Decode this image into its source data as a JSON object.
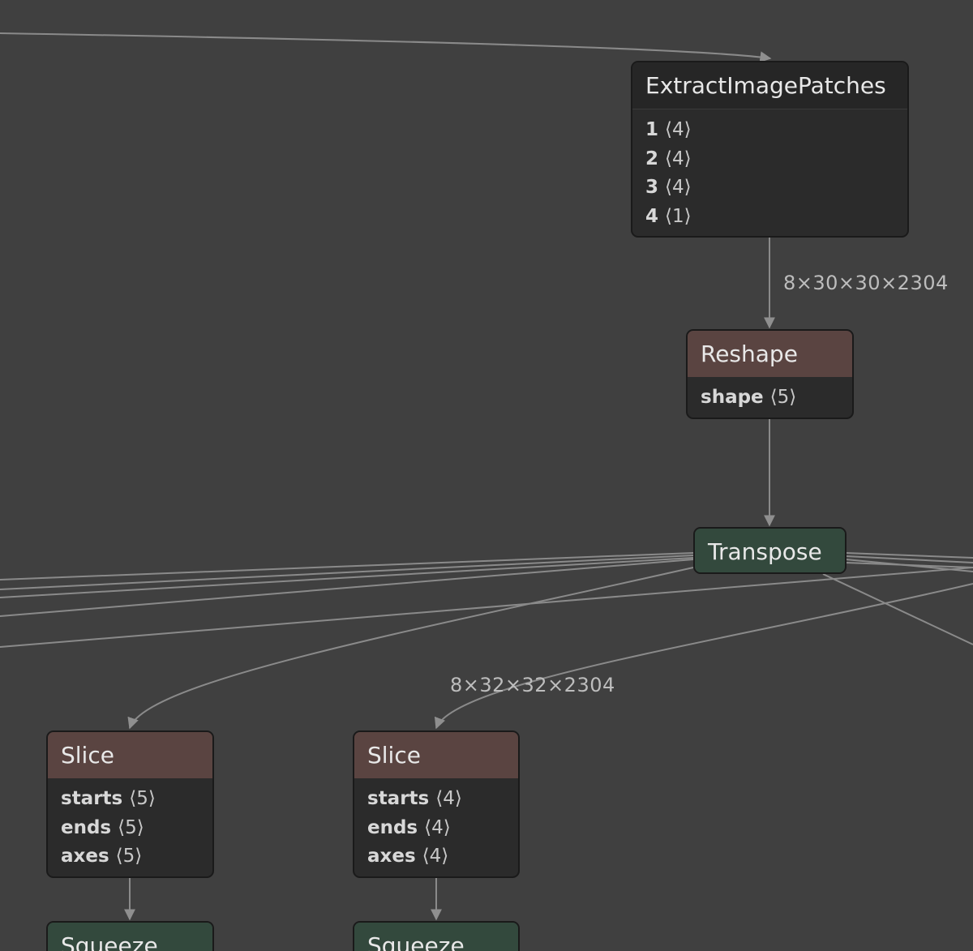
{
  "nodes": {
    "extract": {
      "title": "ExtractImagePatches",
      "attrs": [
        {
          "key": "1",
          "val": "⟨4⟩"
        },
        {
          "key": "2",
          "val": "⟨4⟩"
        },
        {
          "key": "3",
          "val": "⟨4⟩"
        },
        {
          "key": "4",
          "val": "⟨1⟩"
        }
      ]
    },
    "reshape": {
      "title": "Reshape",
      "attrs": [
        {
          "key": "shape",
          "val": "⟨5⟩"
        }
      ]
    },
    "transpose": {
      "title": "Transpose"
    },
    "slice_left": {
      "title": "Slice",
      "attrs": [
        {
          "key": "starts",
          "val": "⟨5⟩"
        },
        {
          "key": "ends",
          "val": "⟨5⟩"
        },
        {
          "key": "axes",
          "val": "⟨5⟩"
        }
      ]
    },
    "slice_right": {
      "title": "Slice",
      "attrs": [
        {
          "key": "starts",
          "val": "⟨4⟩"
        },
        {
          "key": "ends",
          "val": "⟨4⟩"
        },
        {
          "key": "axes",
          "val": "⟨4⟩"
        }
      ]
    },
    "squeeze_left": {
      "title": "Squeeze"
    },
    "squeeze_right": {
      "title": "Squeeze"
    }
  },
  "edge_labels": {
    "extract_to_reshape": "8×30×30×2304",
    "transpose_to_slice": "8×32×32×2304"
  },
  "colors": {
    "background": "#404040",
    "edge": "#8a8a8a",
    "title_brown": "#5a4441",
    "title_green": "#33493d"
  }
}
